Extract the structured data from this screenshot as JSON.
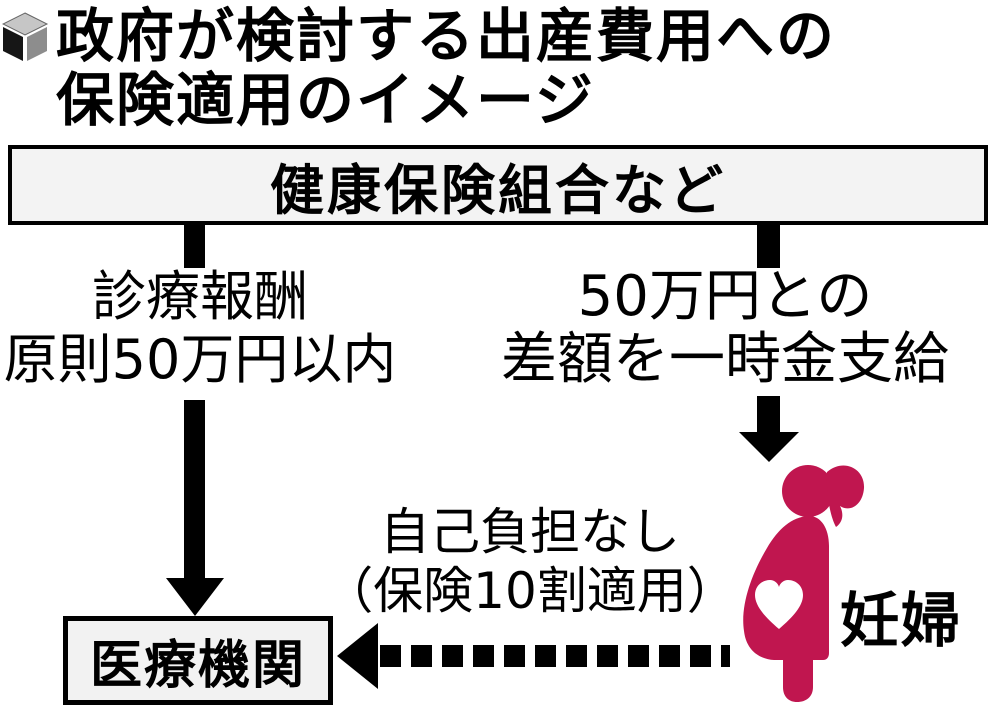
{
  "title": {
    "line1": "政府が検討する出産費用への",
    "line2": "保険適用のイメージ"
  },
  "flow": {
    "source_box": "健康保険組合など",
    "left_branch": {
      "line1": "診療報酬",
      "line2": "原則50万円以内"
    },
    "right_branch": {
      "line1": "50万円との",
      "line2": "差額を一時金支給"
    },
    "payment_note": {
      "line1": "自己負担なし",
      "line2": "（保険10割適用）"
    },
    "destination_box": "医療機関",
    "person_label": "妊婦"
  },
  "colors": {
    "accent_pink": "#c0164f",
    "box_fill": "#f2f2f2",
    "arrow_black": "#000000",
    "cube_top": "#c6c6c6",
    "cube_left": "#161616",
    "cube_right": "#8d8d8d"
  }
}
